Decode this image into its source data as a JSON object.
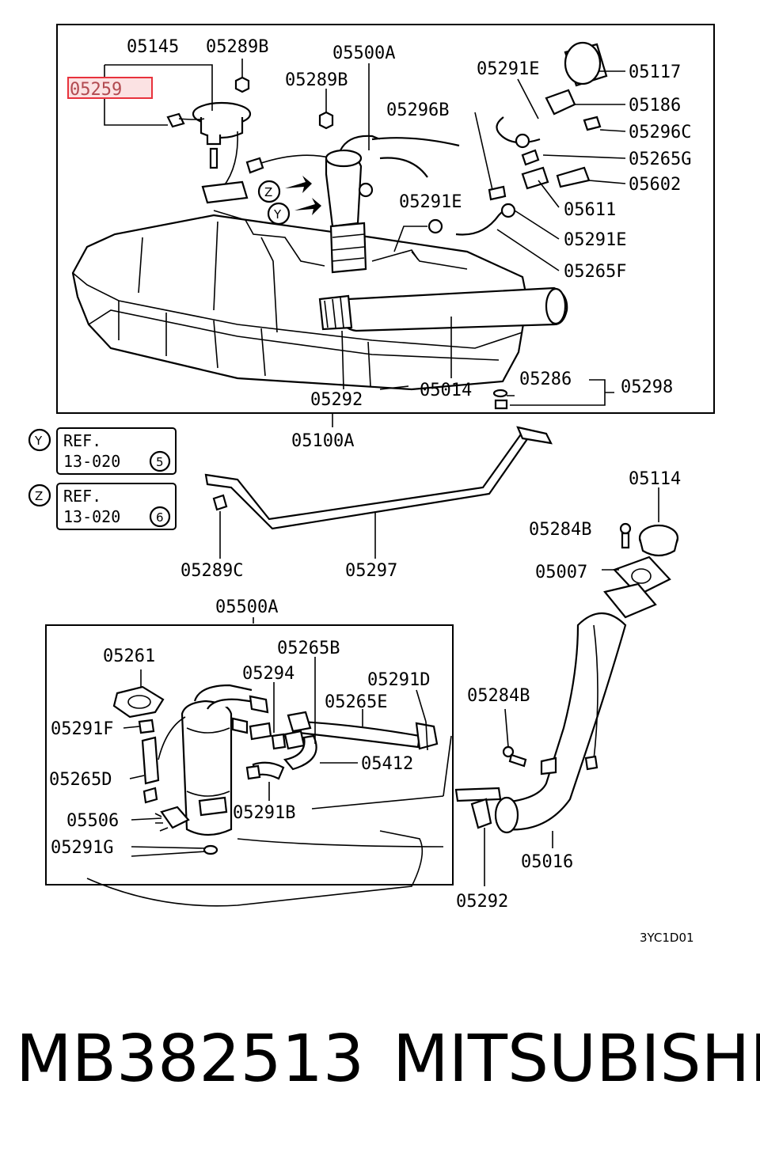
{
  "highlight": {
    "label": "05259",
    "color": "#e8323c"
  },
  "labels": {
    "p05145": "05145",
    "p05289B_a": "05289B",
    "p05500A_a": "05500A",
    "p05289B_b": "05289B",
    "p05291E_a": "05291E",
    "p05117": "05117",
    "p05186": "05186",
    "p05296B": "05296B",
    "p05296C": "05296C",
    "p05265G": "05265G",
    "p05602": "05602",
    "p05291E_b": "05291E",
    "p05611": "05611",
    "p05291E_c": "05291E",
    "p05265F": "05265F",
    "p05286": "05286",
    "p05298": "05298",
    "p05014": "05014",
    "p05292_a": "05292",
    "p05100A": "05100A",
    "p05114": "05114",
    "p05284B_a": "05284B",
    "p05007": "05007",
    "p05289C": "05289C",
    "p05297": "05297",
    "p05500A_b": "05500A",
    "p05261": "05261",
    "p05265B": "05265B",
    "p05294": "05294",
    "p05291D": "05291D",
    "p05265E": "05265E",
    "p05291F": "05291F",
    "p05412": "05412",
    "p05265D": "05265D",
    "p05506": "05506",
    "p05291B": "05291B",
    "p05291G": "05291G",
    "p05284B_b": "05284B",
    "p05016": "05016",
    "p05292_b": "05292",
    "code": "3YC1D01"
  },
  "refs": {
    "y": {
      "letter": "Y",
      "ref": "REF.",
      "num": "13-020",
      "circ": "5"
    },
    "z": {
      "letter": "Z",
      "ref": "REF.",
      "num": "13-020",
      "circ": "6"
    }
  },
  "markers": {
    "z": "Z",
    "y": "Y"
  },
  "footer": {
    "part_number": "MB382513",
    "brand": "MITSUBISHI"
  }
}
